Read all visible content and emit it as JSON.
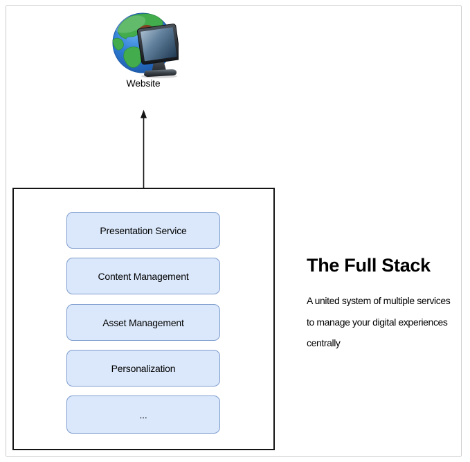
{
  "page": {
    "background": "#ffffff",
    "border_color": "#cccccc"
  },
  "diagram": {
    "website": {
      "icon": "globe-monitor-icon",
      "label": "Website"
    },
    "arrow": {
      "direction": "up",
      "color": "#141414"
    },
    "stack": {
      "services": [
        "Presentation Service",
        "Content Management",
        "Asset Management",
        "Personalization",
        "..."
      ]
    }
  },
  "caption": {
    "title": "The Full Stack",
    "description_lines": [
      "A united system of multiple services",
      "to manage your digital experiences",
      "centrally"
    ]
  },
  "colors": {
    "service_fill": "#dbe8fb",
    "service_border": "#7e9ccd",
    "outer_box_border": "#141414",
    "globe_ocean": "#2f7ed6",
    "globe_land": "#43ad4e",
    "monitor_dark": "#15191d"
  }
}
